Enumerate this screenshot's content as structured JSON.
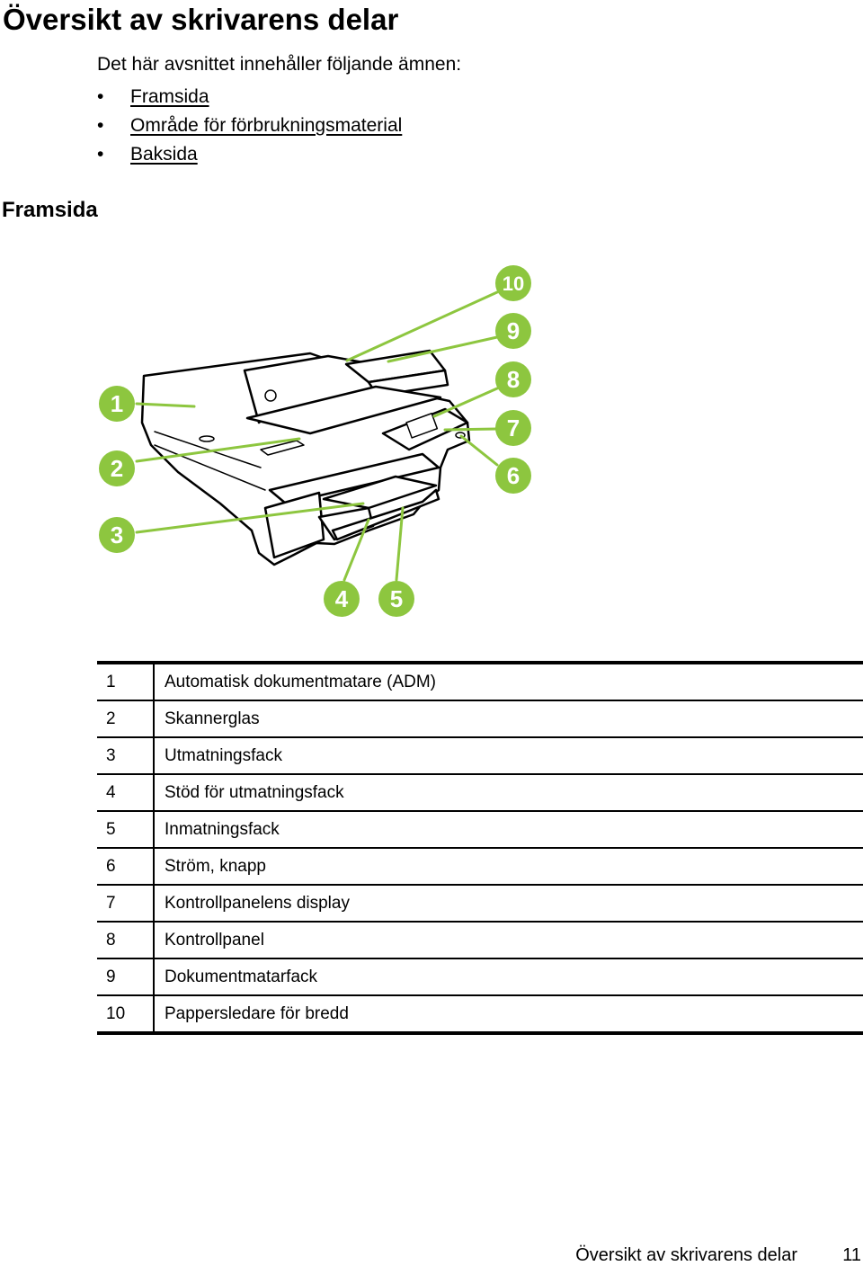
{
  "page": {
    "title": "Översikt av skrivarens delar",
    "intro": "Det här avsnittet innehåller följande ämnen:",
    "topics": [
      {
        "bullet": "•",
        "label": "Framsida"
      },
      {
        "bullet": "•",
        "label": "Område för förbrukningsmaterial"
      },
      {
        "bullet": "•",
        "label": "Baksida"
      }
    ],
    "section_title": "Framsida"
  },
  "figure": {
    "callouts": [
      "1",
      "2",
      "3",
      "4",
      "5",
      "6",
      "7",
      "8",
      "9",
      "10"
    ],
    "colors": {
      "callout": "#8dc63f",
      "outline": "#000000",
      "body": "#ffffff"
    }
  },
  "parts": [
    {
      "num": "1",
      "label": "Automatisk dokumentmatare (ADM)"
    },
    {
      "num": "2",
      "label": "Skannerglas"
    },
    {
      "num": "3",
      "label": "Utmatningsfack"
    },
    {
      "num": "4",
      "label": "Stöd för utmatningsfack"
    },
    {
      "num": "5",
      "label": "Inmatningsfack"
    },
    {
      "num": "6",
      "label": "Ström, knapp"
    },
    {
      "num": "7",
      "label": "Kontrollpanelens display"
    },
    {
      "num": "8",
      "label": "Kontrollpanel"
    },
    {
      "num": "9",
      "label": "Dokumentmatarfack"
    },
    {
      "num": "10",
      "label": "Pappersledare för bredd"
    }
  ],
  "footer": {
    "title": "Översikt av skrivarens delar",
    "page_number": "11"
  }
}
